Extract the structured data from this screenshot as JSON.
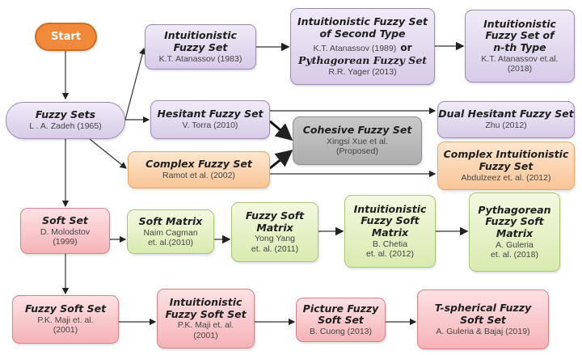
{
  "diagram": {
    "colors": {
      "start": "#f08a3a",
      "intuitionistic_family": "#d8cbe8",
      "complex_family": "#f9c597",
      "proposed": "#adadad",
      "soft_matrix_family": "#d9ebb0",
      "soft_set_family": "#f5b3b8"
    },
    "nodes": {
      "start": {
        "title": "Start"
      },
      "fuzzy_sets": {
        "title": "Fuzzy Sets",
        "sub": "L . A.  Zadeh (1965)"
      },
      "ifs": {
        "title1": "Intuitionistic",
        "title2": "Fuzzy Set",
        "sub": "K.T. Atanassov (1983)"
      },
      "ifs2": {
        "title1": "Intuitionistic Fuzzy Set",
        "title2": "of Second Type",
        "sub1": "K.T.  Atanassov  (1989)",
        "or": "or",
        "title3": "Pythagorean Fuzzy Set",
        "sub2": "R.R. Yager (2013)"
      },
      "ifsn": {
        "title1": "Intuitionistic",
        "title2": "Fuzzy Set of",
        "title3": "n-th Type",
        "sub1": "K.T. Atanassov  et.al.",
        "sub2": "(2018)"
      },
      "hfs": {
        "title": "Hesitant Fuzzy Set",
        "sub": "V. Torra (2010)"
      },
      "cohesive": {
        "title": "Cohesive Fuzzy Set",
        "sub1": "Xingsi Xue et al.",
        "sub2": "(Proposed)"
      },
      "dhfs": {
        "title": "Dual Hesitant Fuzzy Set",
        "sub": "Zhu (2012)"
      },
      "cfs": {
        "title": "Complex Fuzzy Set",
        "sub": "Ramot et al. (2002)"
      },
      "cifs": {
        "title1": "Complex Intuitionistic",
        "title2": "Fuzzy Set",
        "sub": "Abdulzeez et. al. (2012)"
      },
      "soft_set": {
        "title": "Soft Set",
        "sub1": "D. Molodstov",
        "sub2": "(1999)"
      },
      "soft_matrix": {
        "title": "Soft Matrix",
        "sub1": "Naim Cagman",
        "sub2": "et. al.(2010)"
      },
      "fsm": {
        "title1": "Fuzzy Soft",
        "title2": "Matrix",
        "sub1": "Yong Yang",
        "sub2": "et. al. (2011)"
      },
      "ifsm": {
        "title1": "Intuitionistic",
        "title2": "Fuzzy Soft",
        "title3": "Matrix",
        "sub1": "B. Chetia",
        "sub2": "et. al. (2012)"
      },
      "pfsm": {
        "title1": "Pythagorean",
        "title2": "Fuzzy Soft",
        "title3": "Matrix",
        "sub1": "A. Guleria",
        "sub2": "et. al. (2018)"
      },
      "fss": {
        "title": "Fuzzy Soft Set",
        "sub1": "P.K. Maji  et. al.",
        "sub2": "(2001)"
      },
      "ifss": {
        "title1": "Intuitionistic",
        "title2": "Fuzzy Soft Set",
        "sub1": "P.K. Maji et. al.",
        "sub2": "(2001)"
      },
      "pfss": {
        "title1": "Picture Fuzzy",
        "title2": "Soft Set",
        "sub": "B. Cuong (2013)"
      },
      "tsfss": {
        "title1": "T-spherical Fuzzy",
        "title2": "Soft Set",
        "sub": "A. Guleria & Bajaj (2019)"
      }
    },
    "edges": [
      [
        "start",
        "fuzzy_sets"
      ],
      [
        "fuzzy_sets",
        "ifs"
      ],
      [
        "ifs",
        "ifs2"
      ],
      [
        "ifs2",
        "ifsn"
      ],
      [
        "fuzzy_sets",
        "hfs"
      ],
      [
        "hfs",
        "dhfs"
      ],
      [
        "hfs",
        "cohesive"
      ],
      [
        "fuzzy_sets",
        "cfs"
      ],
      [
        "cfs",
        "cohesive"
      ],
      [
        "cfs",
        "cifs"
      ],
      [
        "fuzzy_sets",
        "soft_set"
      ],
      [
        "soft_set",
        "soft_matrix"
      ],
      [
        "soft_matrix",
        "fsm"
      ],
      [
        "fsm",
        "ifsm"
      ],
      [
        "ifsm",
        "pfsm"
      ],
      [
        "soft_set",
        "fss"
      ],
      [
        "fss",
        "ifss"
      ],
      [
        "ifss",
        "pfss"
      ],
      [
        "pfss",
        "tsfss"
      ]
    ]
  }
}
